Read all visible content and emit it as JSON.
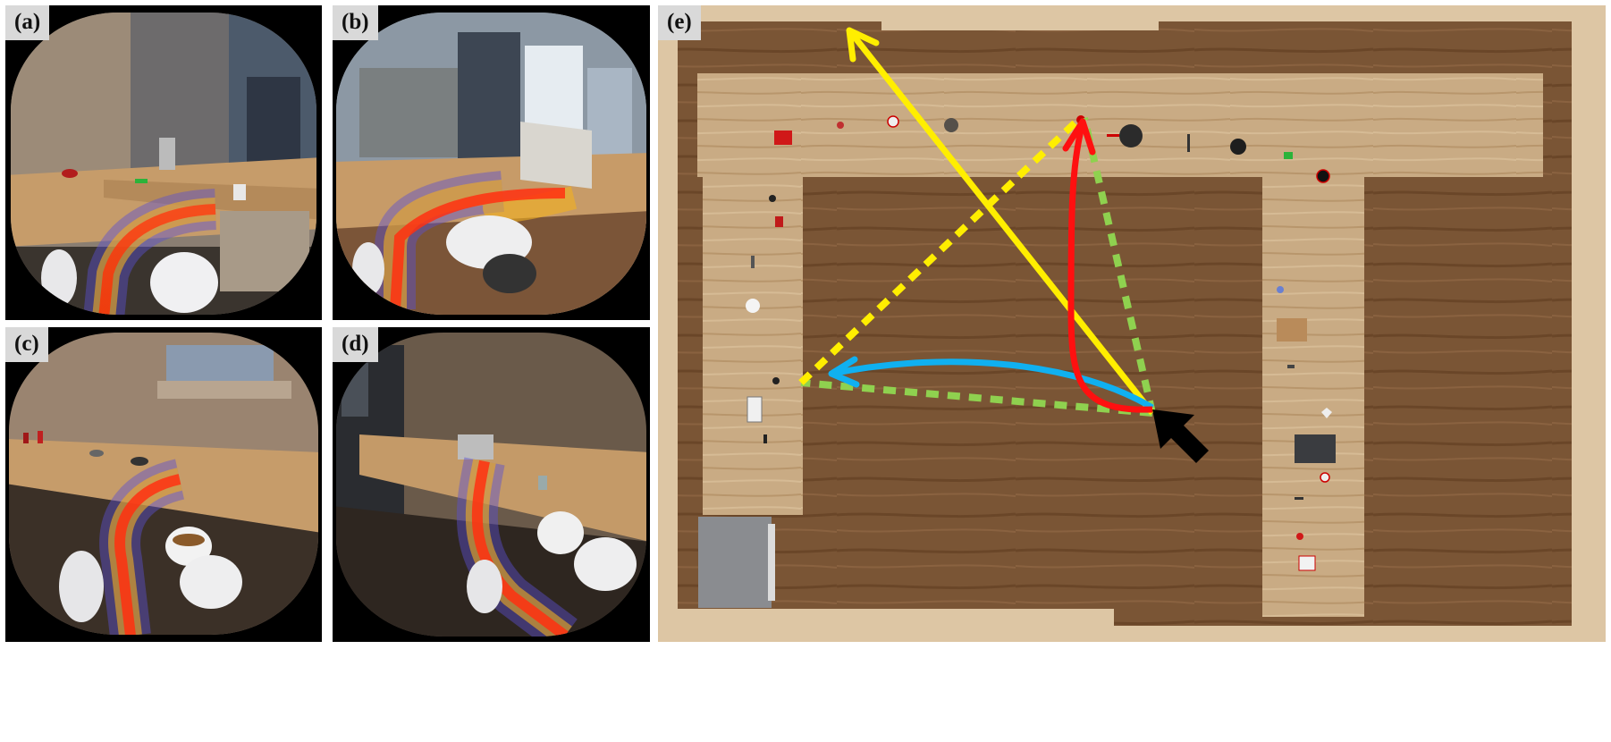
{
  "panels": [
    {
      "id": "a",
      "label": "(a)"
    },
    {
      "id": "b",
      "label": "(b)"
    },
    {
      "id": "c",
      "label": "(c)"
    },
    {
      "id": "d",
      "label": "(d)"
    },
    {
      "id": "e",
      "label": "(e)"
    }
  ],
  "trajectory_colors": {
    "yellow": "#ffee00",
    "red": "#ff1010",
    "blue": "#10b0f0",
    "green_dotted": "#8fd14f",
    "user_marker": "#000000"
  },
  "scene_colors": {
    "wood_dark": "#7a5535",
    "wood_light": "#c9ab84",
    "wood_pale": "#ddc6a4",
    "vr_lens_bg": "#000000",
    "gaze_heatmap": "#ff3010"
  }
}
